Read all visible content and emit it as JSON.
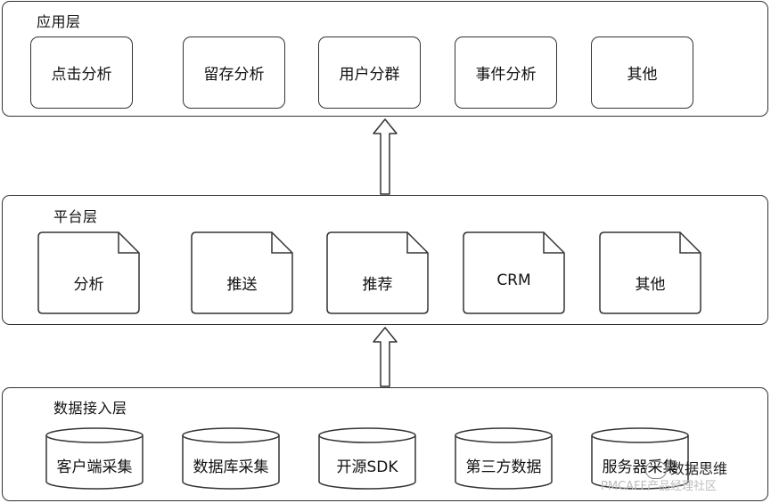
{
  "app_layer": {
    "title": "应用层",
    "items": [
      "点击分析",
      "留存分析",
      "用户分群",
      "事件分析",
      "其他"
    ]
  },
  "platform_layer": {
    "title": "平台层",
    "items": [
      "分析",
      "推送",
      "推荐",
      "CRM",
      "其他"
    ]
  },
  "data_layer": {
    "title": "数据接入层",
    "items": [
      "客户端采集",
      "数据库采集",
      "开源SDK",
      "第三方数据",
      "服务器采集"
    ]
  },
  "watermark": {
    "main": "数据思维",
    "sub": "PMCAFF产品经理社区"
  }
}
